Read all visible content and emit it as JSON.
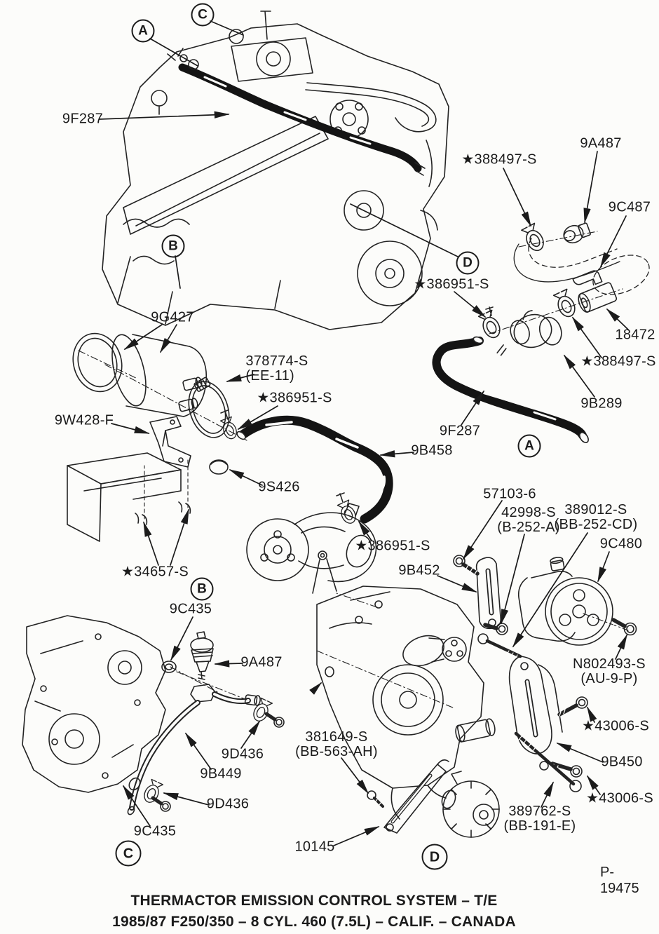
{
  "page": {
    "figure_code": "P-19475",
    "caption": {
      "line1": "THERMACTOR EMISSION CONTROL SYSTEM – T/E",
      "line2": "1985/87 F250/350 – 8 CYL. 460 (7.5L) – CALIF. – CANADA"
    },
    "callouts": [
      {
        "letter": "A"
      },
      {
        "letter": "C"
      },
      {
        "letter": "B"
      },
      {
        "letter": "D"
      },
      {
        "letter": "A"
      },
      {
        "letter": "B"
      },
      {
        "letter": "C"
      },
      {
        "letter": "D"
      }
    ],
    "labels": [
      {
        "text": "9F287"
      },
      {
        "text": "★388497-S"
      },
      {
        "text": "9A487"
      },
      {
        "text": "9C487"
      },
      {
        "text": "★386951-S"
      },
      {
        "text": "18472"
      },
      {
        "text": "★388497-S"
      },
      {
        "text": "9B289"
      },
      {
        "text": "9F287"
      },
      {
        "text": "9B458"
      },
      {
        "text": "9G427"
      },
      {
        "text": "378774-S",
        "text2": "(EE-11)"
      },
      {
        "text": "★386951-S"
      },
      {
        "text": "9W428-F"
      },
      {
        "text": "9S426"
      },
      {
        "text": "★34657-S"
      },
      {
        "text": "★386951-S"
      },
      {
        "text": "9B452"
      },
      {
        "text": "57103-6"
      },
      {
        "text": "42998-S",
        "text2": "(B-252-A)"
      },
      {
        "text": "389012-S",
        "text2": "(BB-252-CD)"
      },
      {
        "text": "9C480"
      },
      {
        "text": "N802493-S",
        "text2": "(AU-9-P)"
      },
      {
        "text": "★43006-S"
      },
      {
        "text": "9B450"
      },
      {
        "text": "★43006-S"
      },
      {
        "text": "389762-S",
        "text2": "(BB-191-E)"
      },
      {
        "text": "9C435"
      },
      {
        "text": "9A487"
      },
      {
        "text": "9D436"
      },
      {
        "text": "9B449"
      },
      {
        "text": "9D436"
      },
      {
        "text": "9C435"
      },
      {
        "text": "381649-S",
        "text2": "(BB-563-AH)"
      },
      {
        "text": "10145"
      }
    ]
  }
}
